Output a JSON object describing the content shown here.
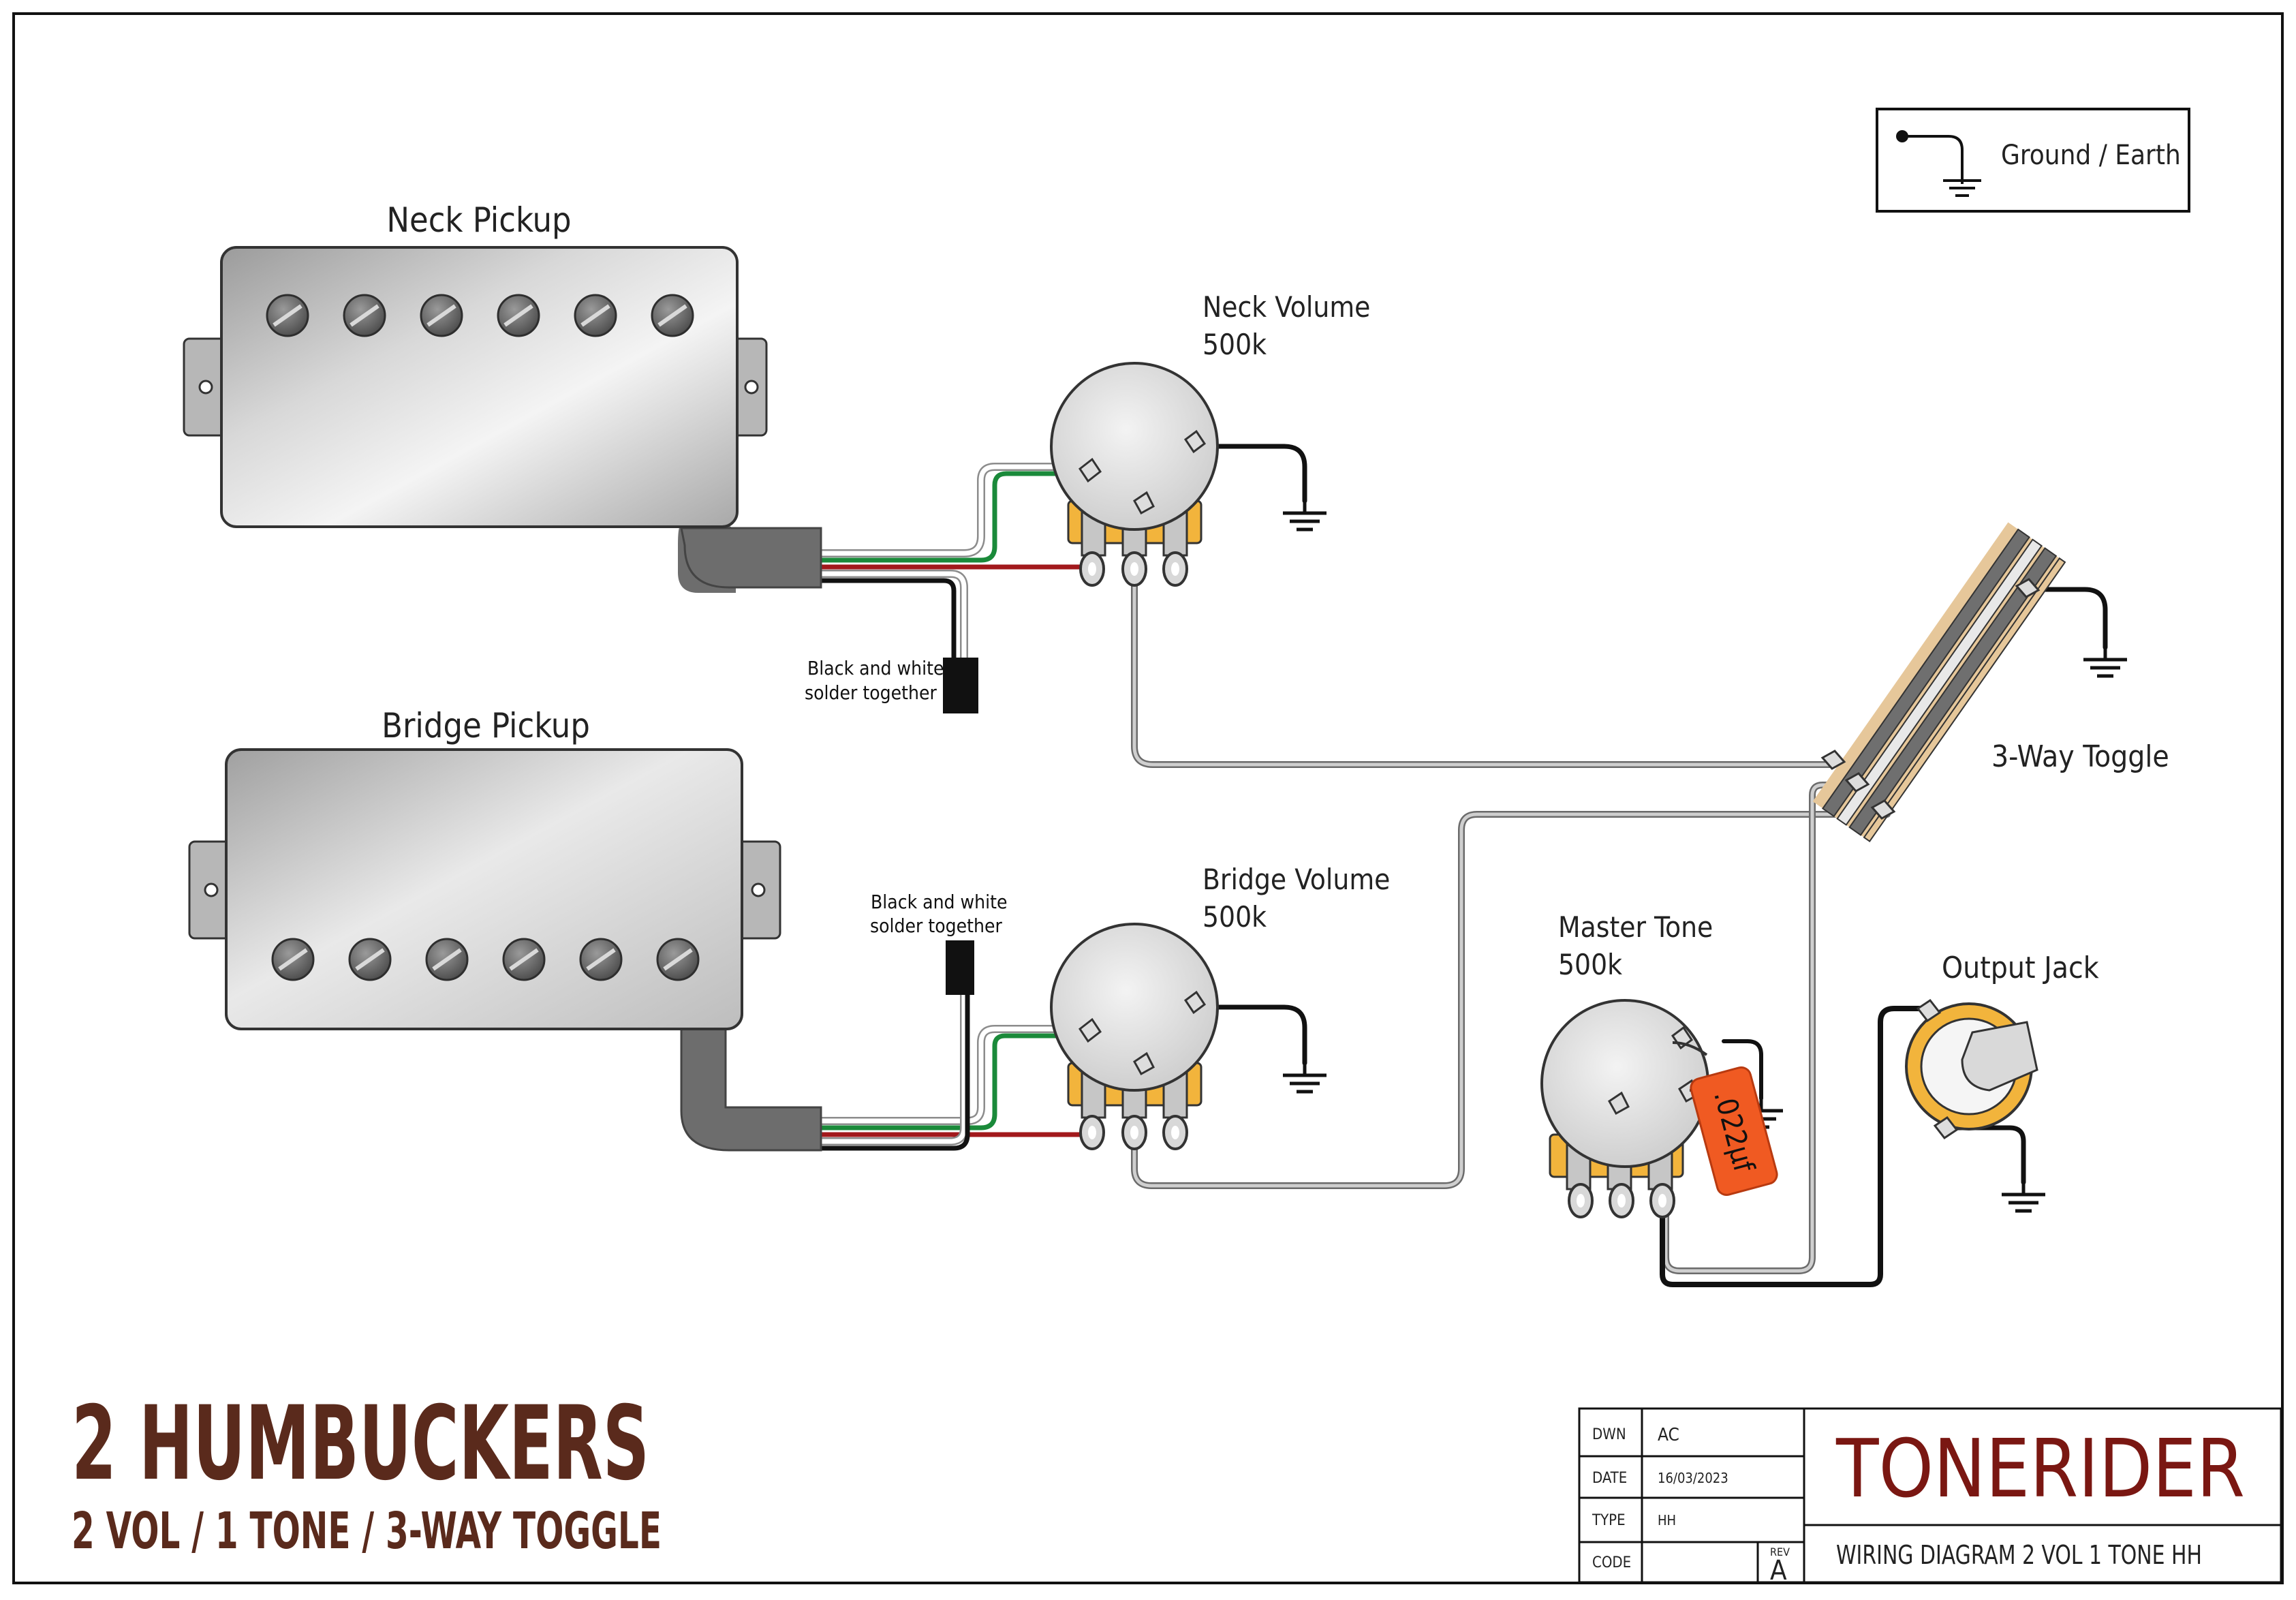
{
  "legend": {
    "ground_label": "Ground / Earth"
  },
  "components": {
    "neck_pickup": "Neck Pickup",
    "bridge_pickup": "Bridge Pickup",
    "neck_volume": {
      "name": "Neck Volume",
      "value": "500k"
    },
    "bridge_volume": {
      "name": "Bridge Volume",
      "value": "500k"
    },
    "master_tone": {
      "name": "Master Tone",
      "value": "500k"
    },
    "toggle": "3-Way Toggle",
    "output_jack": "Output Jack",
    "capacitor": ".022µf"
  },
  "notes": {
    "neck_solder": [
      "Black and white",
      "solder together"
    ],
    "bridge_solder": [
      "Black and white",
      "solder together"
    ]
  },
  "title": {
    "main": "2 HUMBUCKERS",
    "sub": "2 VOL / 1 TONE / 3-WAY TOGGLE"
  },
  "title_block": {
    "dwn_label": "DWN",
    "dwn_value": "AC",
    "date_label": "DATE",
    "date_value": "16/03/2023",
    "type_label": "TYPE",
    "type_value": "HH",
    "code_label": "CODE",
    "code_value": "",
    "rev_label": "REV",
    "rev_value": "A",
    "brand": "TONERIDER",
    "diagram_name": "WIRING DIAGRAM 2 VOL 1 TONE HH"
  },
  "colors": {
    "brand_red": "#7a1712",
    "title_brown": "#5a2a1c",
    "wire_red": "#a2191c",
    "wire_green": "#1a8a3a",
    "wire_gray": "#8a8a8a",
    "cap_orange": "#f05a22",
    "pot_lug_yellow": "#f2b43c",
    "toggle_tan": "#e6c79a"
  }
}
